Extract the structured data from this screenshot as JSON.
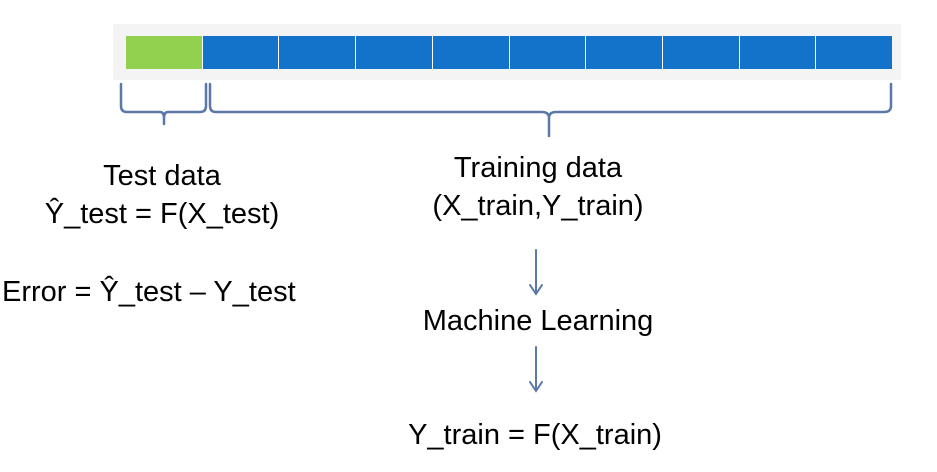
{
  "strip": {
    "segments": [
      {
        "role": "test",
        "color": "#92d050"
      },
      {
        "role": "train",
        "color": "#1372c9"
      },
      {
        "role": "train",
        "color": "#1372c9"
      },
      {
        "role": "train",
        "color": "#1372c9"
      },
      {
        "role": "train",
        "color": "#1372c9"
      },
      {
        "role": "train",
        "color": "#1372c9"
      },
      {
        "role": "train",
        "color": "#1372c9"
      },
      {
        "role": "train",
        "color": "#1372c9"
      },
      {
        "role": "train",
        "color": "#1372c9"
      },
      {
        "role": "train",
        "color": "#1372c9"
      }
    ],
    "bracket_color": "#5a78a8"
  },
  "test": {
    "title": "Test data",
    "formula": "Ŷ_test = F(X_test)",
    "error": "Error = Ŷ_test – Y_test"
  },
  "training": {
    "title": "Training data",
    "subtitle": "(X_train,Y_train)",
    "step": "Machine Learning",
    "result": "Y_train = F(X_train)"
  }
}
